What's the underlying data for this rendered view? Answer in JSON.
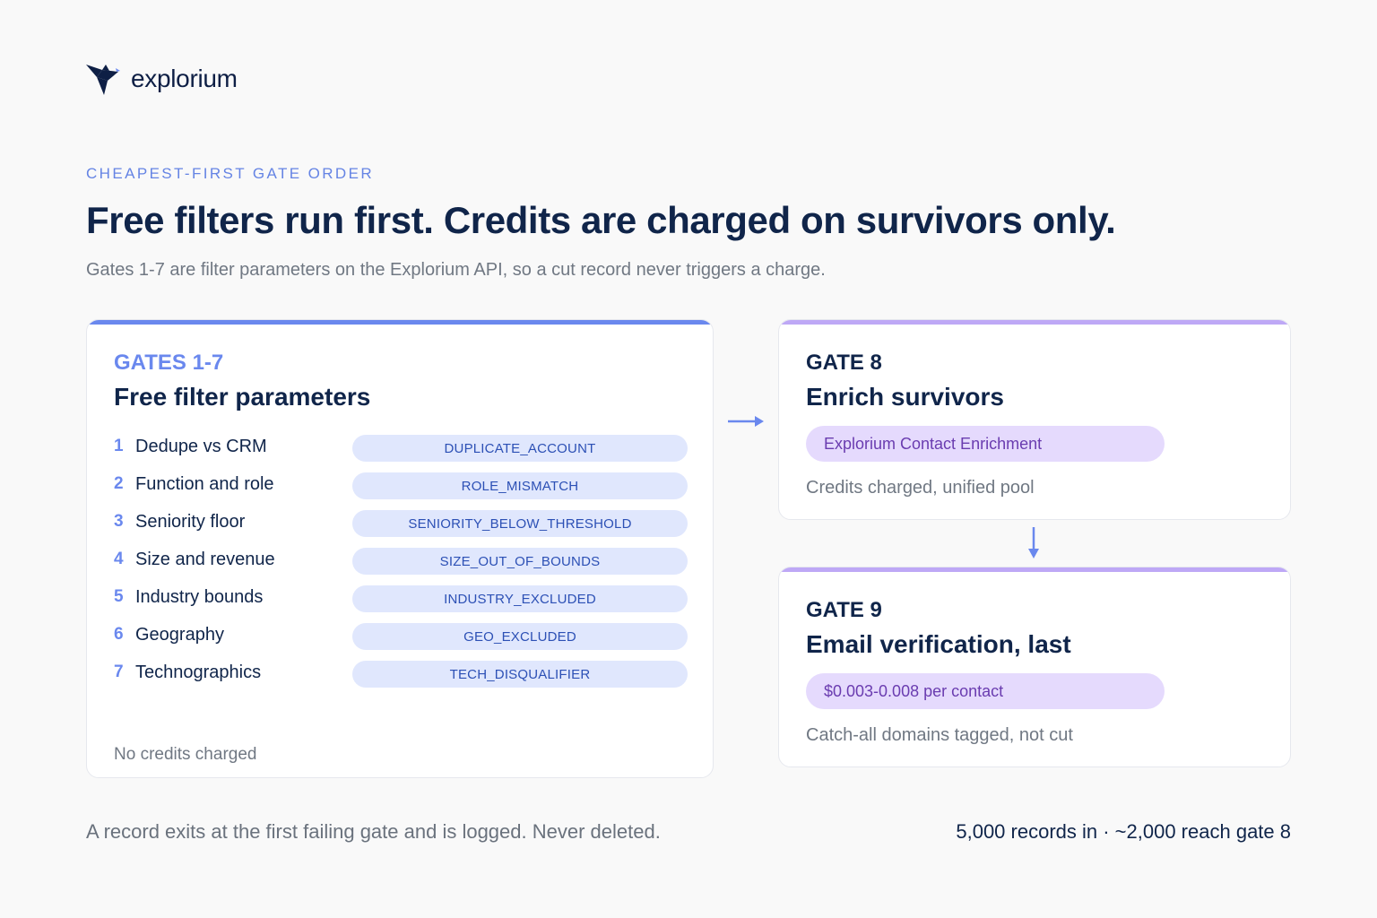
{
  "brand": {
    "name": "explorium"
  },
  "eyebrow": "CHEAPEST-FIRST GATE ORDER",
  "headline": "Free filters run first. Credits are charged on survivors only.",
  "subhead": "Gates 1-7 are filter parameters on the Explorium API, so a cut record never triggers a charge.",
  "free_gates": {
    "label": "GATES 1-7",
    "title": "Free filter parameters",
    "items": [
      {
        "num": "1",
        "name": "Dedupe vs CRM",
        "code": "DUPLICATE_ACCOUNT"
      },
      {
        "num": "2",
        "name": "Function and role",
        "code": "ROLE_MISMATCH"
      },
      {
        "num": "3",
        "name": "Seniority floor",
        "code": "SENIORITY_BELOW_THRESHOLD"
      },
      {
        "num": "4",
        "name": "Size and revenue",
        "code": "SIZE_OUT_OF_BOUNDS"
      },
      {
        "num": "5",
        "name": "Industry bounds",
        "code": "INDUSTRY_EXCLUDED"
      },
      {
        "num": "6",
        "name": "Geography",
        "code": "GEO_EXCLUDED"
      },
      {
        "num": "7",
        "name": "Technographics",
        "code": "TECH_DISQUALIFIER"
      }
    ],
    "footer": "No credits charged"
  },
  "gate8": {
    "label": "GATE 8",
    "title": "Enrich survivors",
    "pill": "Explorium Contact Enrichment",
    "note": "Credits charged, unified pool"
  },
  "gate9": {
    "label": "GATE 9",
    "title": "Email verification, last",
    "pill": "$0.003-0.008 per contact",
    "note": "Catch-all domains tagged, not cut"
  },
  "footer": {
    "left": "A record exits at the first failing gate and is logged. Never deleted.",
    "right": "5,000 records in · ~2,000 reach gate 8"
  },
  "colors": {
    "navy": "#10254a",
    "accent_blue": "#6a88ee",
    "accent_purple": "#bea8f6",
    "pill_blue": "#e0e7fd",
    "pill_purple": "#e5dafd",
    "muted": "#707883"
  }
}
